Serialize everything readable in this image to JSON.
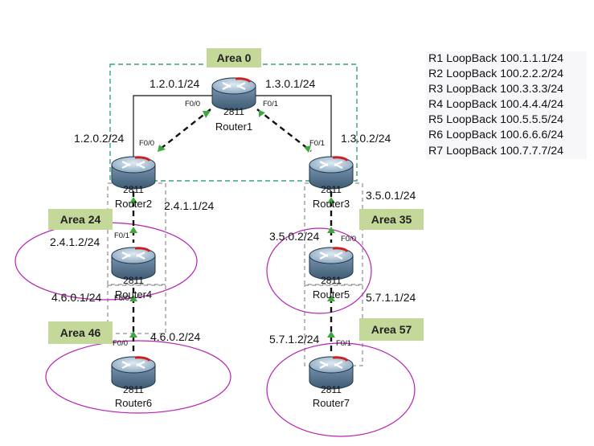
{
  "areas": [
    {
      "label": "Area 0"
    },
    {
      "label": "Area 24"
    },
    {
      "label": "Area 35"
    },
    {
      "label": "Area 46"
    },
    {
      "label": "Area 57"
    }
  ],
  "routers": [
    {
      "name": "Router1",
      "model": "2811"
    },
    {
      "name": "Router2",
      "model": "2811"
    },
    {
      "name": "Router3",
      "model": "2811"
    },
    {
      "name": "Router4",
      "model": "2811"
    },
    {
      "name": "Router5",
      "model": "2811"
    },
    {
      "name": "Router6",
      "model": "2811"
    },
    {
      "name": "Router7",
      "model": "2811"
    }
  ],
  "addresses": {
    "r1_r2_r1side": "1.2.0.1/24",
    "r1_r3_r1side": "1.3.0.1/24",
    "r1_r2_r2side": "1.2.0.2/24",
    "r1_r3_r3side": "1.3.0.2/24",
    "r2_r4_r2side": "2.4.1.1/24",
    "r2_r4_r4side": "2.4.1.2/24",
    "r3_r5_r3side": "3.5.0.1/24",
    "r3_r5_r5side": "3.5.0.2/24",
    "r4_r6_r4side": "4.6.0.1/24",
    "r4_r6_r6side": "4.6.0.2/24",
    "r5_r7_r5side": "5.7.1.1/24",
    "r5_r7_r7side": "5.7.1.2/24"
  },
  "ports": {
    "r1_left": "F0/0",
    "r1_right": "F0/1",
    "r2_top": "F0/0",
    "r3_top": "F0/1",
    "r4_top": "F0/1",
    "r4_bottom": "F0/0",
    "r5_top": "F0/0",
    "r6_top": "F0/0",
    "r7_top": "F0/1"
  },
  "loopbacks": [
    "R1 LoopBack 100.1.1.1/24",
    "R2 LoopBack 100.2.2.2/24",
    "R3 LoopBack 100.3.3.3/24",
    "R4 LoopBack 100.4.4.4/24",
    "R5 LoopBack 100.5.5.5/24",
    "R6 LoopBack 100.6.6.6/24",
    "R7 LoopBack 100.7.7.7/24"
  ],
  "colors": {
    "area_label_bg": "#c4d89a",
    "area0_border": "#3aa37a",
    "area_ellipse": "#b522b5",
    "link_dashed": "#111111",
    "link_arrow": "#3da83d",
    "router_body": "#5d7d9a",
    "router_top": "#a9c3d8",
    "router_red": "#cc1f1f"
  }
}
